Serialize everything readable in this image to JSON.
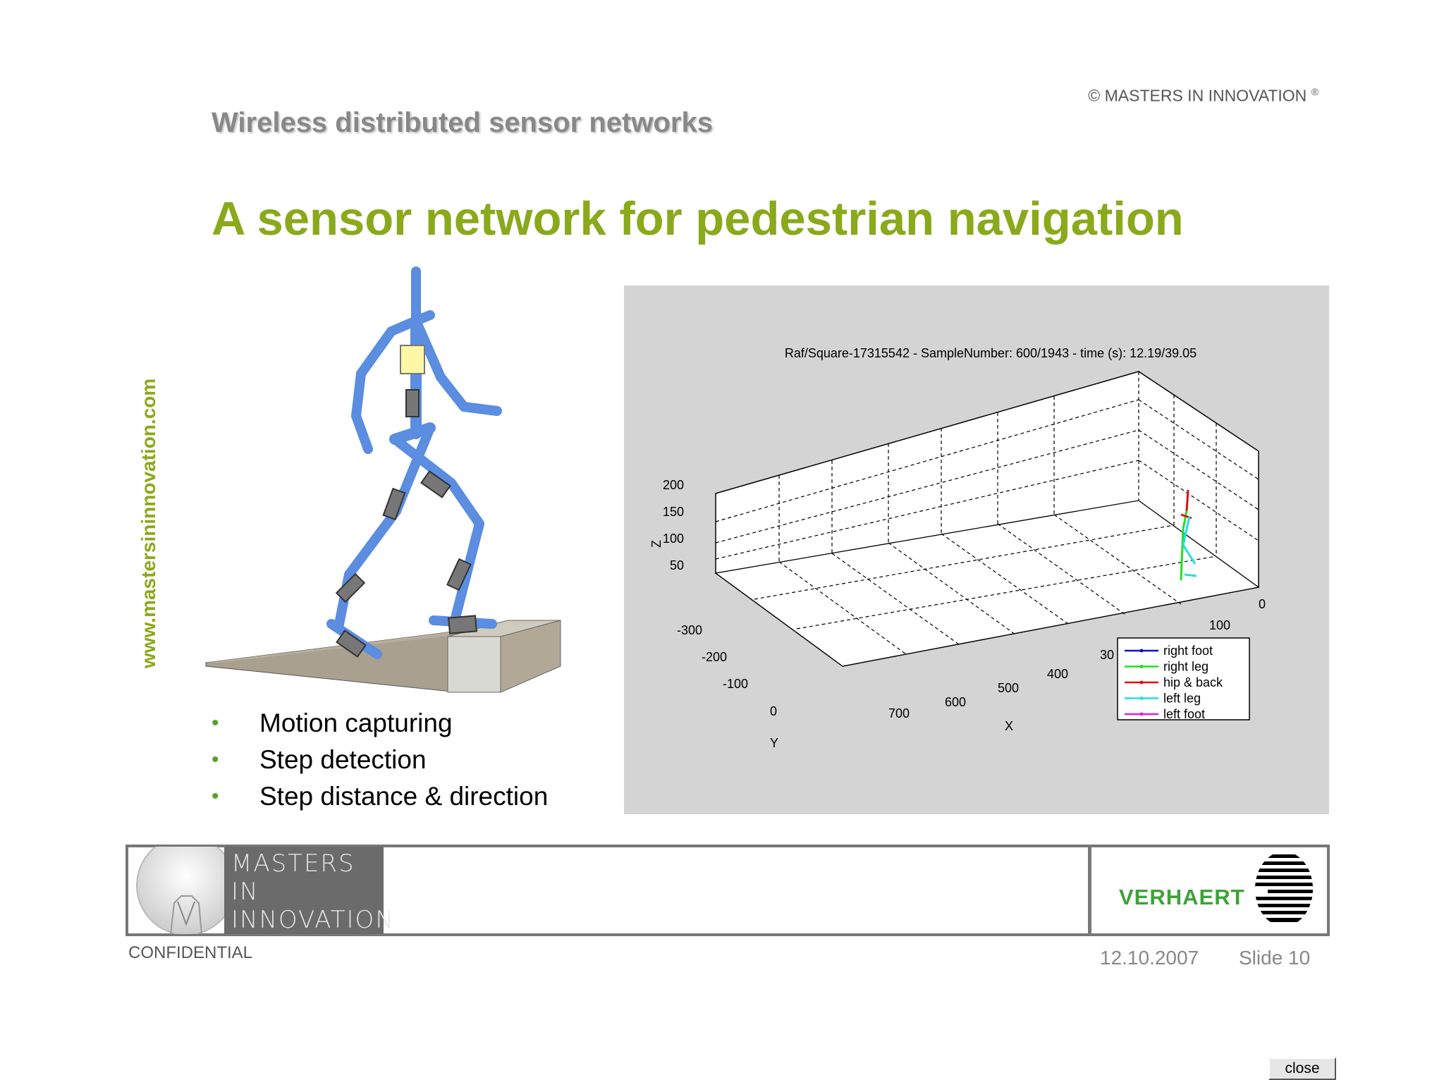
{
  "header": {
    "copyright": "© MASTERS IN INNOVATION",
    "registered_mark": "®",
    "section_title": "Wireless distributed sensor networks"
  },
  "slide": {
    "title": "A sensor network for pedestrian navigation",
    "side_url": "www.mastersininnovation.com",
    "bullets": [
      "Motion capturing",
      "Step detection",
      "Step distance & direction"
    ]
  },
  "plot_window": {
    "plot_title": "Raf/Square-17315542 - SampleNumber: 600/1943 - time (s): 12.19/39.05",
    "z_label": "Z",
    "x_label": "X",
    "y_label": "Y",
    "z_ticks": [
      "200",
      "150",
      "100",
      "50"
    ],
    "y_ticks": [
      "-300",
      "-200",
      "-100",
      "0"
    ],
    "x_ticks": [
      "700",
      "600",
      "500",
      "400",
      "30"
    ],
    "right_ticks": [
      "100",
      "0"
    ],
    "legend": [
      {
        "label": "right foot",
        "color": "#1010c0"
      },
      {
        "label": "right leg",
        "color": "#20e020"
      },
      {
        "label": "hip & back",
        "color": "#e01010"
      },
      {
        "label": "left leg",
        "color": "#20e0e0"
      },
      {
        "label": "left foot",
        "color": "#e020e0"
      }
    ],
    "close_label": "close"
  },
  "footer": {
    "logo_line1": "MASTERS  IN",
    "logo_line2": "INNOVATION",
    "company": "VERHAERT",
    "confidential": "CONFIDENTIAL",
    "date": "12.10.2007",
    "slide_number": "Slide 10"
  },
  "colors": {
    "accent_green": "#8aa91b",
    "bullet_green": "#58a029",
    "verhaert_green": "#3ea23a",
    "skeleton_blue": "#5b8de0"
  }
}
